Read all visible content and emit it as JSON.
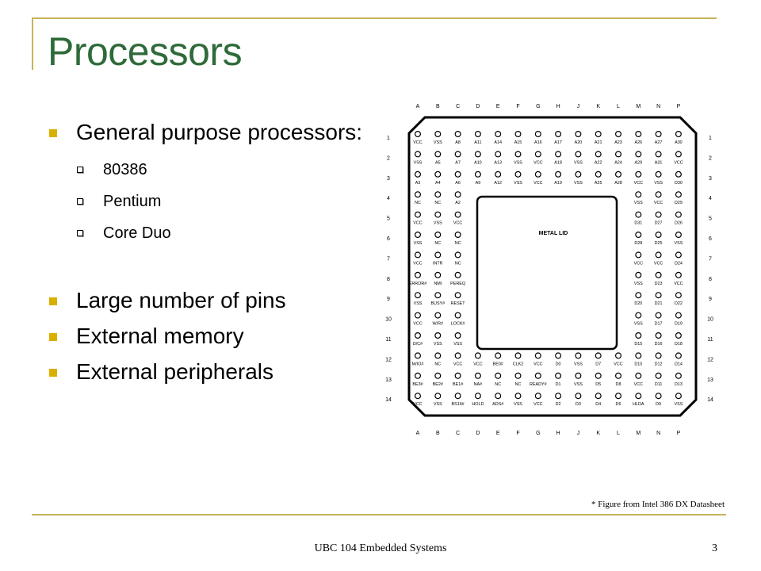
{
  "slide": {
    "title": "Processors",
    "bullets": [
      {
        "text": "General purpose processors:",
        "sub": [
          "80386",
          "Pentium",
          "Core Duo"
        ]
      },
      {
        "text": "Large number of pins",
        "sub": []
      },
      {
        "text": "External memory",
        "sub": []
      },
      {
        "text": "External peripherals",
        "sub": []
      }
    ],
    "caption": "* Figure from Intel 386 DX Datasheet",
    "footer": "UBC 104 Embedded Systems",
    "page_number": "3"
  },
  "pin_diagram": {
    "column_labels": [
      "A",
      "B",
      "C",
      "D",
      "E",
      "F",
      "G",
      "H",
      "J",
      "K",
      "L",
      "M",
      "N",
      "P"
    ],
    "row_labels": [
      "1",
      "2",
      "3",
      "4",
      "5",
      "6",
      "7",
      "8",
      "9",
      "10",
      "11",
      "12",
      "13",
      "14"
    ],
    "lid_label": "METAL LID",
    "rows": [
      [
        "VCC",
        "VSS",
        "A8",
        "A11",
        "A14",
        "A15",
        "A16",
        "A17",
        "A20",
        "A21",
        "A23",
        "A26",
        "A27",
        "A30"
      ],
      [
        "VSS",
        "A5",
        "A7",
        "A10",
        "A13",
        "VSS",
        "VCC",
        "A18",
        "VSS",
        "A22",
        "A24",
        "A29",
        "A31",
        "VCC"
      ],
      [
        "A3",
        "A4",
        "A6",
        "A9",
        "A12",
        "VSS",
        "VCC",
        "A19",
        "VSS",
        "A25",
        "A28",
        "VCC",
        "VSS",
        "D30"
      ],
      [
        "NC",
        "NC",
        "A2",
        "",
        "",
        "",
        "",
        "",
        "",
        "",
        "",
        "VSS",
        "VCC",
        "D29"
      ],
      [
        "VCC",
        "VSS",
        "VCC",
        "",
        "",
        "",
        "",
        "",
        "",
        "",
        "",
        "D31",
        "D27",
        "D26"
      ],
      [
        "VSS",
        "NC",
        "NC",
        "",
        "",
        "",
        "",
        "",
        "",
        "",
        "",
        "D28",
        "D25",
        "VSS"
      ],
      [
        "VCC",
        "INTR",
        "NC",
        "",
        "",
        "",
        "",
        "",
        "",
        "",
        "",
        "VCC",
        "VCC",
        "D24"
      ],
      [
        "ERROR#",
        "NMI",
        "PEREQ",
        "",
        "",
        "",
        "",
        "",
        "",
        "",
        "",
        "VSS",
        "D23",
        "VCC"
      ],
      [
        "VSS",
        "BUSY#",
        "RESET",
        "",
        "",
        "",
        "",
        "",
        "",
        "",
        "",
        "D20",
        "D21",
        "D22"
      ],
      [
        "VCC",
        "W/R#",
        "LOCK#",
        "",
        "",
        "",
        "",
        "",
        "",
        "",
        "",
        "VSS",
        "D17",
        "D19"
      ],
      [
        "D/C#",
        "VSS",
        "VSS",
        "",
        "",
        "",
        "",
        "",
        "",
        "",
        "",
        "D15",
        "D16",
        "D18"
      ],
      [
        "M/IO#",
        "NC",
        "VCC",
        "VCC",
        "BE0#",
        "CLK2",
        "VCC",
        "D0",
        "VSS",
        "D7",
        "VCC",
        "D10",
        "D12",
        "D14"
      ],
      [
        "BE3#",
        "BE2#",
        "BE1#",
        "NA#",
        "NC",
        "NC",
        "READY#",
        "D1",
        "VSS",
        "D5",
        "D8",
        "VCC",
        "D11",
        "D13"
      ],
      [
        "VCC",
        "VSS",
        "BS16#",
        "HOLD",
        "ADS#",
        "VSS",
        "VCC",
        "D2",
        "D3",
        "D4",
        "D6",
        "HLDA",
        "D9",
        "VSS"
      ]
    ]
  }
}
